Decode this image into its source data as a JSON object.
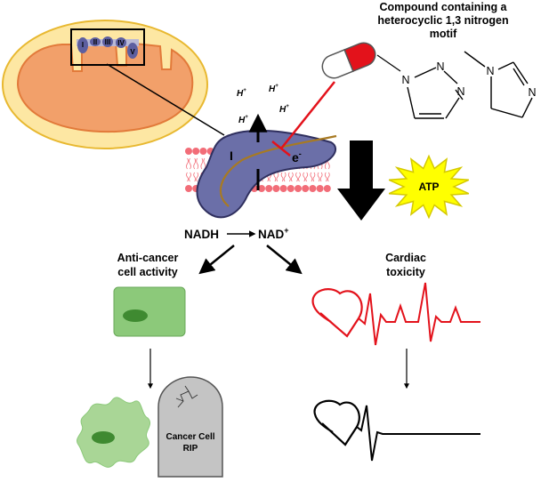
{
  "compound": {
    "title_lines": [
      "Compound containing a",
      "heterocyclic 1,3 nitrogen",
      "motif"
    ],
    "triazole_atoms": [
      "N",
      "N",
      "N"
    ],
    "imidazole_atoms": [
      "N",
      "N"
    ]
  },
  "mitochondrion": {
    "complex_labels": [
      "I",
      "II",
      "III",
      "IV",
      "V"
    ]
  },
  "membrane": {
    "complex_label": "I",
    "electron": "e",
    "electron_sup": "-",
    "proton": "H",
    "proton_sup": "+"
  },
  "reaction": {
    "substrate": "NADH",
    "product": "NAD",
    "product_sup": "+"
  },
  "atp_label": "ATP",
  "outcomes": {
    "anticancer_lines": [
      "Anti-cancer",
      "cell activity"
    ],
    "cardiac_lines": [
      "Cardiac",
      "toxicity"
    ]
  },
  "tombstone_lines": [
    "Cancer Cell",
    "RIP"
  ],
  "colors": {
    "complex": "#6b6fa8",
    "membrane_head": "#f26d78",
    "inhibitor": "#e3121b",
    "cell": "#8cc97a",
    "nucleus": "#3f8a31",
    "atp": "#ffff00",
    "tombstone": "#c4c4c4",
    "heartbeat": "#e3121b"
  }
}
